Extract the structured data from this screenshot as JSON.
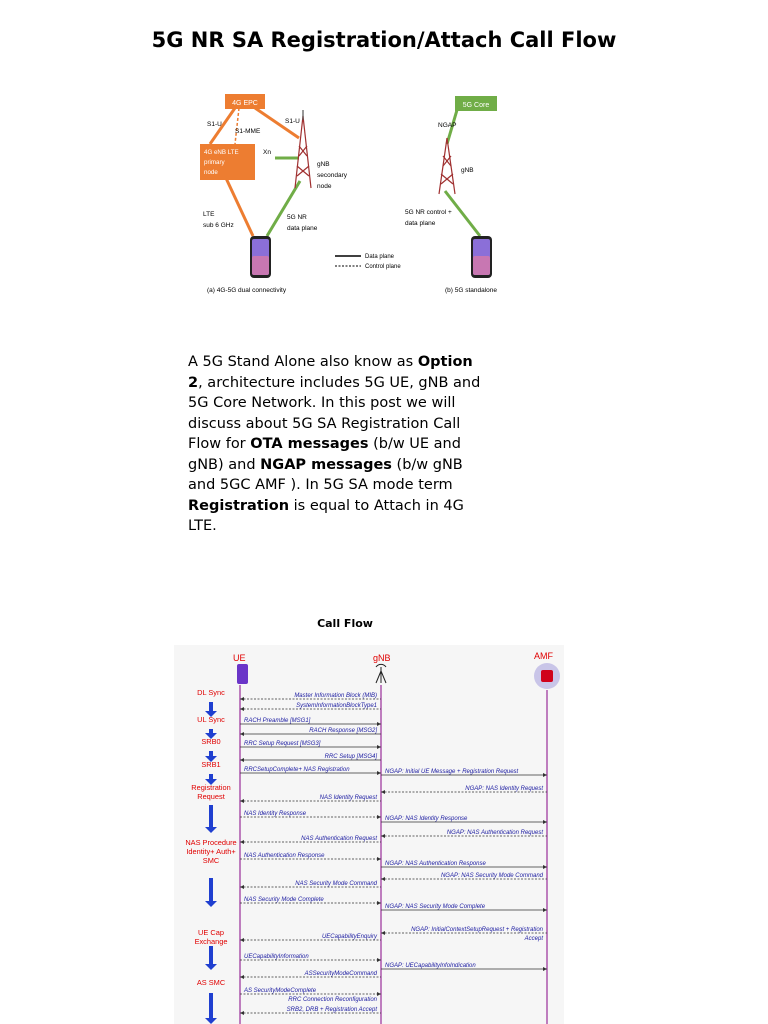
{
  "title": "5G NR SA Registration/Attach Call Flow",
  "figure1": {
    "left": {
      "epc": "4G EPC",
      "s1u_left": "S1-U",
      "s1mme": "S1-MME",
      "s1u_right": "S1-U",
      "xn": "Xn",
      "enb_line1": "4G eNB LTE",
      "enb_line2": "primary",
      "enb_line3": "node",
      "gnb_line1": "gNB",
      "gnb_line2": "secondary",
      "gnb_line3": "node",
      "lte_line1": "LTE",
      "lte_line2": "sub 6 GHz",
      "nr_line1": "5G NR",
      "nr_line2": "data plane",
      "caption": "(a)  4G-5G dual connectivity"
    },
    "legend": {
      "data": "Data plane",
      "control": "Control plane"
    },
    "right": {
      "core": "5G Core",
      "ngap": "NGAP",
      "gnb": "gNB",
      "ctrl_line1": "5G NR control +",
      "ctrl_line2": "data plane",
      "caption": "(b) 5G standalone"
    },
    "colors": {
      "orange": "#ED7D31",
      "green": "#70AD47"
    }
  },
  "intro": {
    "p1": "A 5G Stand Alone also know as ",
    "b1": "Option 2",
    "p2": ", architecture includes 5G UE, gNB and 5G Core Network. In this post we will discuss about 5G SA Registration Call Flow for ",
    "b2": "OTA messages",
    "p3": " (b/w UE and gNB) and ",
    "b3": "NGAP messages",
    "p4": " (b/w gNB and 5GC AMF ). In 5G SA mode term ",
    "b4": "Registration",
    "p5": " is equal to Attach in 4G LTE."
  },
  "callflow": {
    "title": "Call Flow",
    "entities": {
      "ue": "UE",
      "gnb": "gNB",
      "amf": "AMF"
    },
    "stages": [
      {
        "lines": [
          "DL Sync"
        ]
      },
      {
        "lines": [
          "UL Sync"
        ]
      },
      {
        "lines": [
          "SRB0"
        ]
      },
      {
        "lines": [
          "SRB1"
        ]
      },
      {
        "lines": [
          "Registration",
          "Request"
        ]
      },
      {
        "lines": [
          "NAS Procedure",
          "Identity+ Auth+",
          "SMC"
        ]
      },
      {
        "lines": [
          "UE Cap",
          "Exchange"
        ]
      },
      {
        "lines": [
          "AS SMC"
        ]
      }
    ],
    "ota_messages": [
      {
        "label": "Master Information Block (MIB)"
      },
      {
        "label": "SystemInformationBlockType1"
      },
      {
        "label": "RACH Preamble [MSG1]"
      },
      {
        "label": "RACH Response [MSG2]"
      },
      {
        "label": "RRC Setup Request [MSG3]"
      },
      {
        "label": "RRC Setup [MSG4]"
      },
      {
        "label": "RRCSetupComplete+ NAS Registration"
      },
      {
        "label": "NAS Identity Request"
      },
      {
        "label": "NAS Identity Response"
      },
      {
        "label": "NAS Authentication Request"
      },
      {
        "label": "NAS Authentication Response"
      },
      {
        "label": "NAS Security Mode Command"
      },
      {
        "label": "NAS Security Mode Complete"
      },
      {
        "label": "UECapabilityEnquiry"
      },
      {
        "label": "UECapabilityInformation"
      },
      {
        "label": "ASSecurityModeCommand"
      },
      {
        "label": "AS SecurityModeComplete"
      },
      {
        "label": "RRC Connection Reconfiguration"
      },
      {
        "label": "SRB2, DRB + Registration Accept"
      }
    ],
    "ngap_messages": [
      {
        "label": "NGAP: Initial UE Message + Registration Request"
      },
      {
        "label": "NGAP: NAS Identity Request"
      },
      {
        "label": "NGAP: NAS Identity Response"
      },
      {
        "label": "NGAP: NAS Authentication Request"
      },
      {
        "label": "NGAP: NAS Authentication Response"
      },
      {
        "label": "NGAP: NAS Security Mode Command"
      },
      {
        "label": "NGAP: NAS Security Mode Complete"
      },
      {
        "label": "NGAP: InitialContextSetupRequest + Registration"
      },
      {
        "label": "Accept"
      },
      {
        "label": "NGAP: UECapabilityInfoIndication"
      }
    ],
    "colors": {
      "stage": "#E00000",
      "arrow": "#1F3FD0",
      "msg": "#1A1AA0",
      "line": "#A03CA0"
    }
  }
}
